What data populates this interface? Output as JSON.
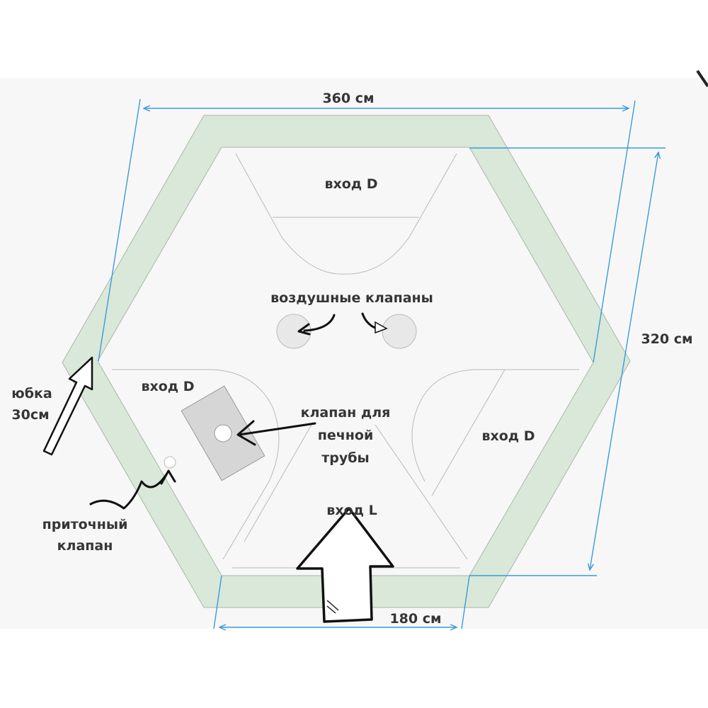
{
  "dimensions": {
    "width": "360 см",
    "height": "320 см",
    "side": "180 см"
  },
  "entrances": {
    "top": "вход D",
    "left": "вход D",
    "right": "вход D",
    "bottom": "вход L"
  },
  "annotations": {
    "air_valves": "воздушные клапаны",
    "stove_valve": [
      "клапан для",
      "печной",
      "трубы"
    ],
    "skirt": [
      "юбка",
      "30см"
    ],
    "supply_valve": [
      "приточный",
      "клапан"
    ]
  },
  "colors": {
    "background": "#f7f7f7",
    "skirt_fill": "#d9e8d8",
    "dimension": "#3b9bdb",
    "stove_plate": "#d6d6d6"
  }
}
